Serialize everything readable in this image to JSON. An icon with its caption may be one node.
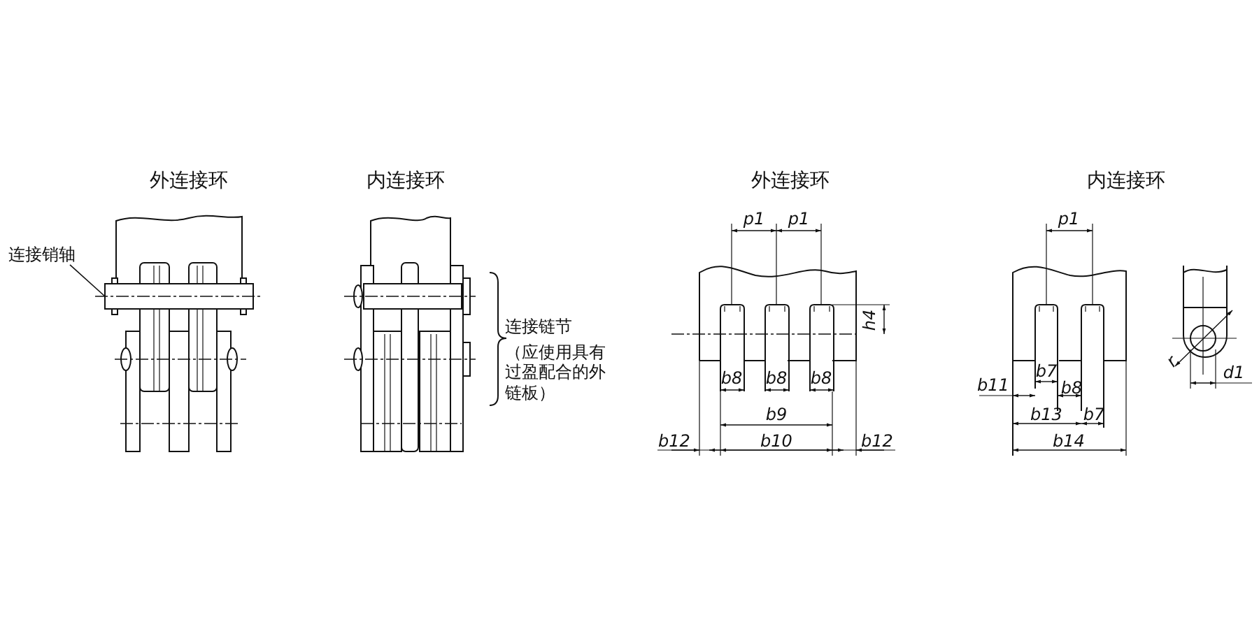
{
  "diagram": {
    "nodes": [
      {
        "text": [
          "连接销轴"
        ]
      },
      {
        "text": [],
        "shape": "bar"
      }
    ],
    "edges": [
      {
        "from": 0,
        "to": 1,
        "arrow": "none"
      }
    ],
    "labels": [
      "外连接环",
      "内连接环",
      "外连接环",
      "内连接环",
      "p1",
      "p1",
      "p1",
      "连接链节",
      "h4",
      "（应使用具有过盈配合的外链板）",
      "b8",
      "b8",
      "b8",
      "b7",
      "b11",
      "b8",
      "r",
      "d1",
      "b9",
      "b13",
      "b7",
      "b12",
      "b10",
      "b12",
      "b14"
    ]
  }
}
